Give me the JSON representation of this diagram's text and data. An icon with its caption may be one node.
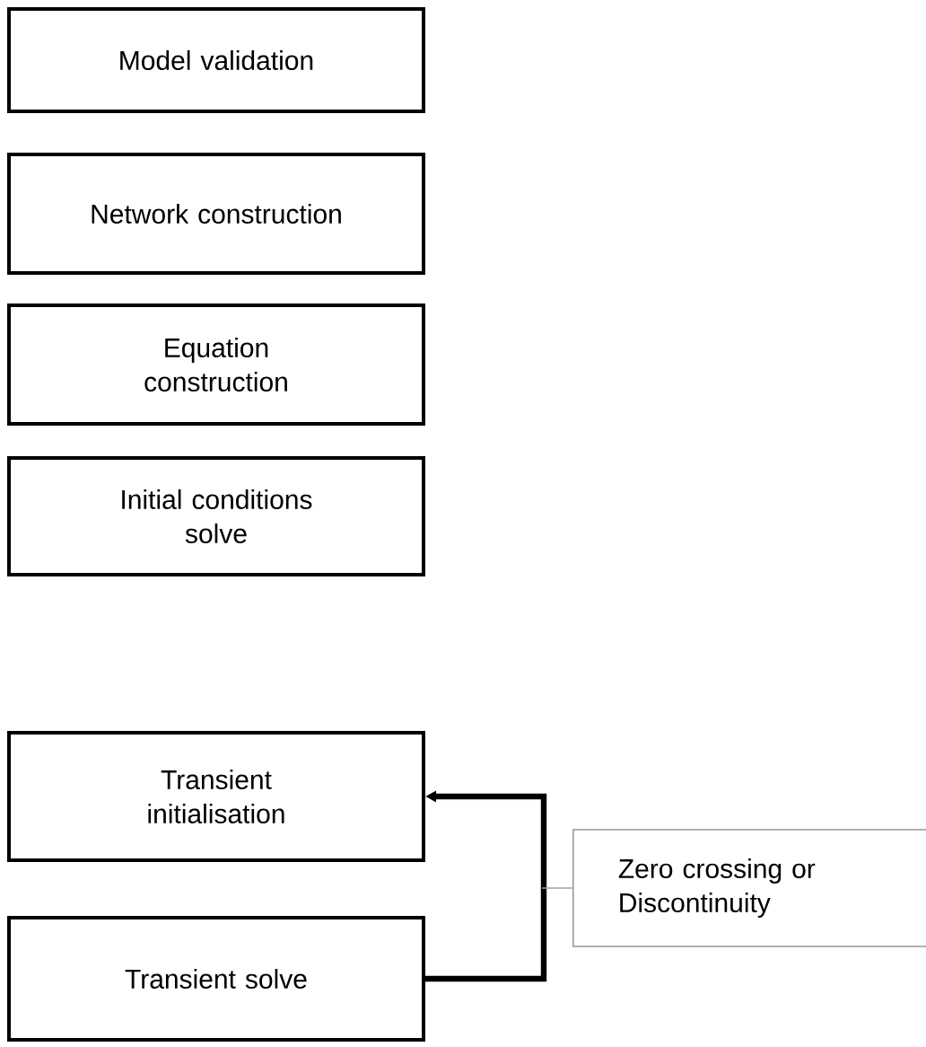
{
  "diagram": {
    "nodes": [
      {
        "text": [
          "Model validation"
        ]
      },
      {
        "text": [
          "Network construction"
        ]
      },
      {
        "text": [
          "Equation construction"
        ]
      },
      {
        "text": [
          "Initial conditions solve"
        ]
      },
      {
        "text": [
          "Transient initialisation"
        ]
      },
      {
        "text": [
          "Transient solve"
        ]
      },
      {
        "text": [
          "Zero crossing or Discontinuity"
        ]
      }
    ],
    "edges": [
      {
        "from": 5,
        "to": 4,
        "arrow": "to",
        "style": "thick"
      },
      {
        "from": 6,
        "to": null,
        "arrow": "none",
        "color": "#a0a0a0"
      }
    ]
  }
}
